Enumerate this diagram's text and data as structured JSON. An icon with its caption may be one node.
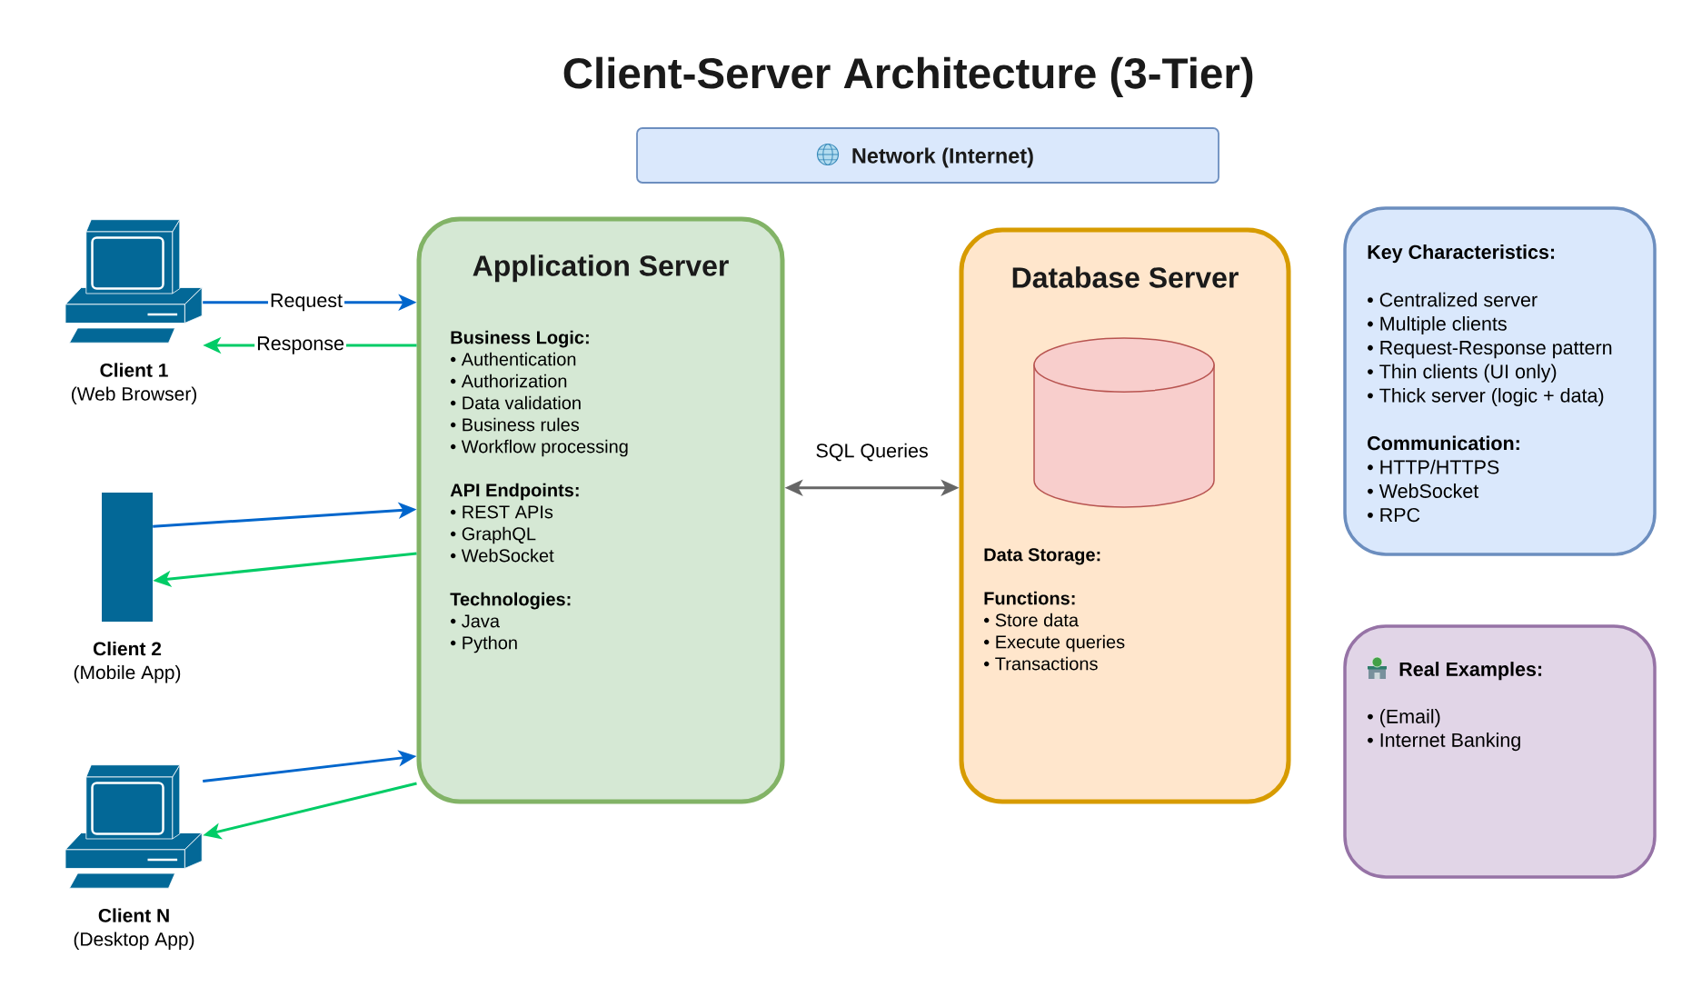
{
  "diagram": {
    "title": "Client-Server Architecture (3-Tier)",
    "nodes": [
      {
        "text": [
          "Network (Internet)"
        ]
      },
      {
        "text": [],
        "shape": "picture",
        "beside": [
          "Client 1",
          "(Web Browser)"
        ]
      },
      {
        "text": [],
        "shape": "box",
        "beside": [
          "Client 2",
          "(Mobile App)"
        ]
      },
      {
        "text": [],
        "shape": "picture",
        "beside": [
          "Client N",
          "(Desktop App)"
        ]
      },
      {
        "text": [
          "Application Server",
          "Business Logic:",
          "• Authentication",
          "• Authorization",
          "• Data validation",
          "• Business rules",
          "• Workflow processing",
          "API Endpoints:",
          "• REST APIs",
          "• GraphQL",
          "• WebSocket",
          "Technologies:",
          "• Java",
          "• Python"
        ]
      },
      {
        "text": [
          "Database Server",
          "Data Storage:",
          "Functions:",
          "• Store data",
          "• Execute queries",
          "• Transactions"
        ]
      },
      {
        "text": [],
        "shape": "cylinder",
        "in": 5
      },
      {
        "text": [
          "Key Characteristics:",
          "• Centralized server",
          "• Multiple clients",
          "• Request-Response pattern",
          "• Thin clients (UI only)",
          "• Thick server (logic + data)",
          "Communication:",
          "• HTTP/HTTPS",
          "• WebSocket",
          "• RPC"
        ]
      },
      {
        "text": [
          "Real Examples:",
          "• (Email)",
          "• Internet Banking"
        ]
      }
    ],
    "edges": [
      {
        "from": 1,
        "to": 4,
        "arrow": "to",
        "label": "Request",
        "color": "#0066cc"
      },
      {
        "from": 4,
        "to": 1,
        "arrow": "to",
        "label": "Response",
        "color": "#00cc66"
      },
      {
        "from": 2,
        "to": 4,
        "arrow": "to",
        "color": "#0066cc"
      },
      {
        "from": 4,
        "to": 2,
        "arrow": "to",
        "color": "#00cc66"
      },
      {
        "from": 3,
        "to": 4,
        "arrow": "to",
        "color": "#0066cc"
      },
      {
        "from": 4,
        "to": 3,
        "arrow": "to",
        "color": "#00cc66"
      },
      {
        "from": 4,
        "to": 5,
        "arrow": "both",
        "label": "SQL Queries",
        "color": "#666666"
      }
    ]
  }
}
